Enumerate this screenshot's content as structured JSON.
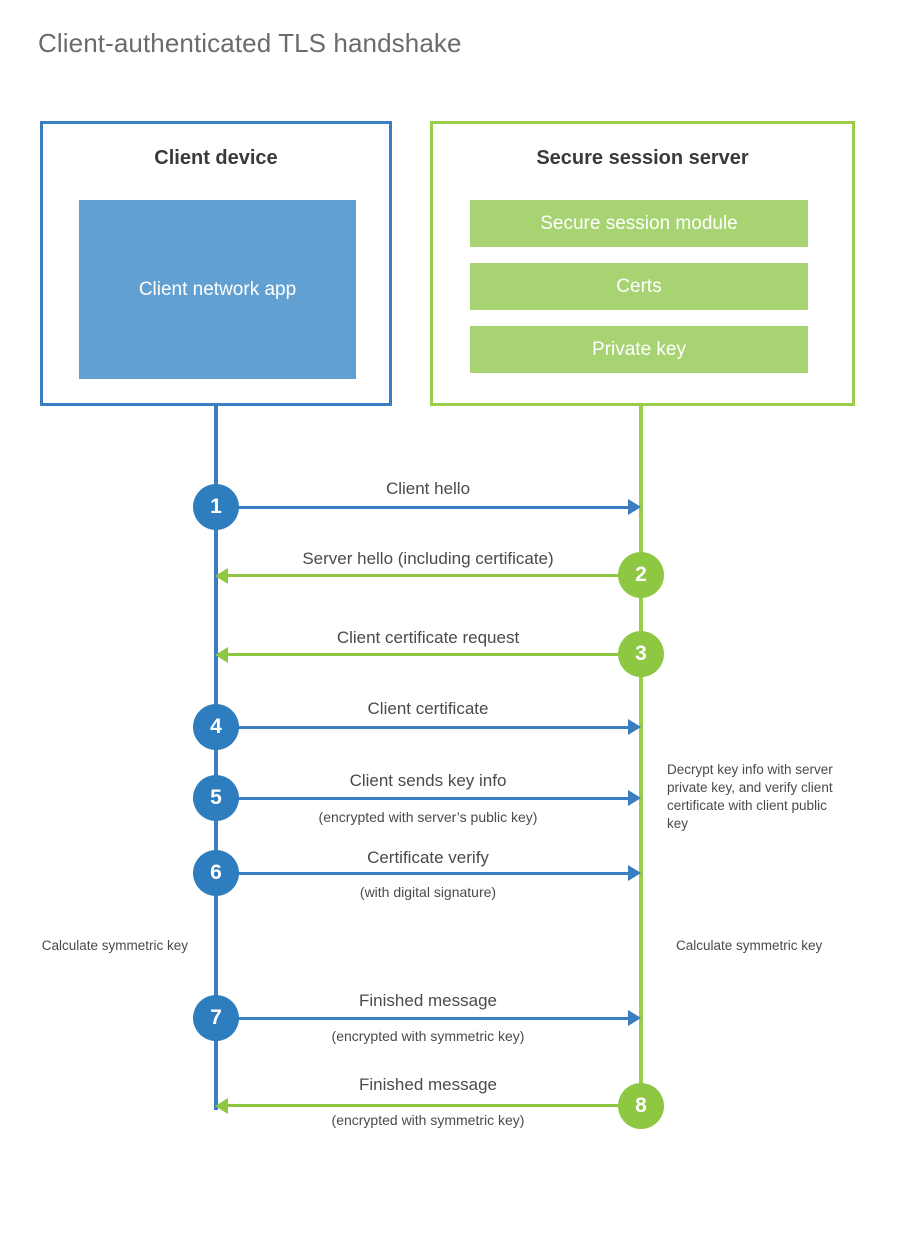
{
  "title": "Client-authenticated TLS handshake",
  "colors": {
    "blue_border": "#3a7dc0",
    "blue_fill": "#62a0d2",
    "blue_circle": "#2e7dbf",
    "green_border": "#9ccc4c",
    "green_fill": "#a7d373",
    "green_circle": "#8ec843",
    "title_text": "#6b6b6b",
    "body_text": "#4a4a4a"
  },
  "client": {
    "title": "Client device",
    "app_label": "Client network app"
  },
  "server": {
    "title": "Secure session server",
    "components": [
      "Secure session module",
      "Certs",
      "Private key"
    ]
  },
  "steps": [
    {
      "number": "1",
      "label": "Client hello",
      "sublabel": "",
      "direction": "right",
      "color": "blue"
    },
    {
      "number": "2",
      "label": "Server hello (including certificate)",
      "sublabel": "",
      "direction": "left",
      "color": "green"
    },
    {
      "number": "3",
      "label": "Client certificate request",
      "sublabel": "",
      "direction": "left",
      "color": "green"
    },
    {
      "number": "4",
      "label": "Client certificate",
      "sublabel": "",
      "direction": "right",
      "color": "blue"
    },
    {
      "number": "5",
      "label": "Client sends key info",
      "sublabel": "(encrypted with server’s public key)",
      "direction": "right",
      "color": "blue"
    },
    {
      "number": "6",
      "label": "Certificate verify",
      "sublabel": "(with digital signature)",
      "direction": "right",
      "color": "blue"
    },
    {
      "number": "7",
      "label": "Finished message",
      "sublabel": "(encrypted with symmetric key)",
      "direction": "right",
      "color": "blue"
    },
    {
      "number": "8",
      "label": "Finished message",
      "sublabel": "(encrypted with symmetric key)",
      "direction": "left",
      "color": "green"
    }
  ],
  "notes": {
    "server_decrypt": "Decrypt key info with server private key, and verify client certificate with client public key",
    "client_calculate": "Calculate symmetric key",
    "server_calculate": "Calculate symmetric key"
  }
}
